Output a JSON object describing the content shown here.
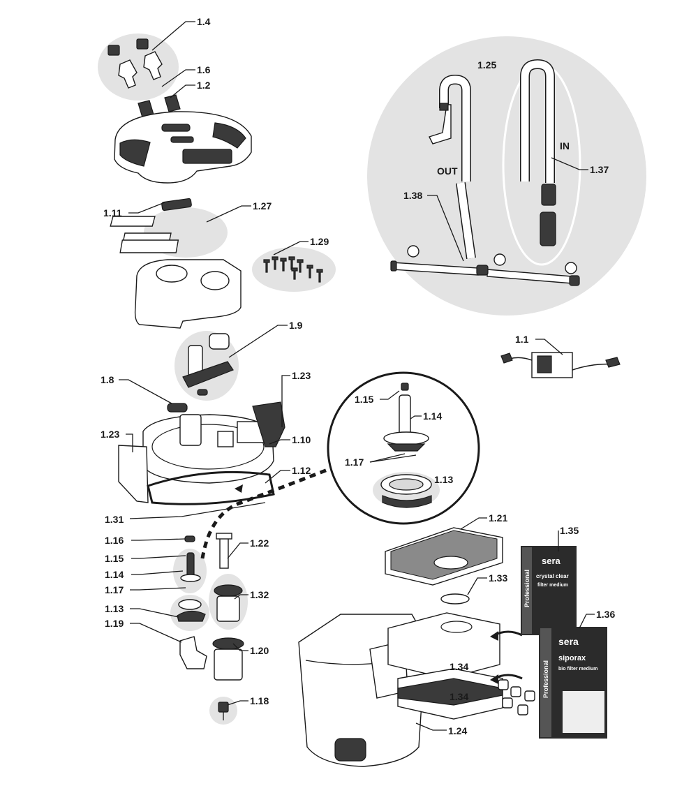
{
  "labels": {
    "l1_4": "1.4",
    "l1_6": "1.6",
    "l1_2": "1.2",
    "l1_11": "1.11",
    "l1_27": "1.27",
    "l1_29": "1.29",
    "l1_9": "1.9",
    "l1_8": "1.8",
    "l1_23a": "1.23",
    "l1_23b": "1.23",
    "l1_10": "1.10",
    "l1_12": "1.12",
    "l1_31": "1.31",
    "l1_16": "1.16",
    "l1_15a": "1.15",
    "l1_14a": "1.14",
    "l1_17a": "1.17",
    "l1_13a": "1.13",
    "l1_19": "1.19",
    "l1_22": "1.22",
    "l1_32": "1.32",
    "l1_20": "1.20",
    "l1_18": "1.18",
    "l1_25": "1.25",
    "l1_37": "1.37",
    "l1_38": "1.38",
    "l1_1": "1.1",
    "l1_15b": "1.15",
    "l1_14b": "1.14",
    "l1_17b": "1.17",
    "l1_13b": "1.13",
    "l1_21": "1.21",
    "l1_33": "1.33",
    "l1_35": "1.35",
    "l1_36": "1.36",
    "l1_34a": "1.34",
    "l1_34b": "1.34",
    "l1_24": "1.24",
    "out": "OUT",
    "in": "IN"
  },
  "packages": {
    "crystal_clear": {
      "brand": "sera",
      "product": "crystal clear",
      "subtitle": "filter medium",
      "side": "Professional"
    },
    "siporax": {
      "brand": "sera",
      "product": "siporax",
      "subtitle": "bio filter medium",
      "side": "Professional"
    }
  }
}
